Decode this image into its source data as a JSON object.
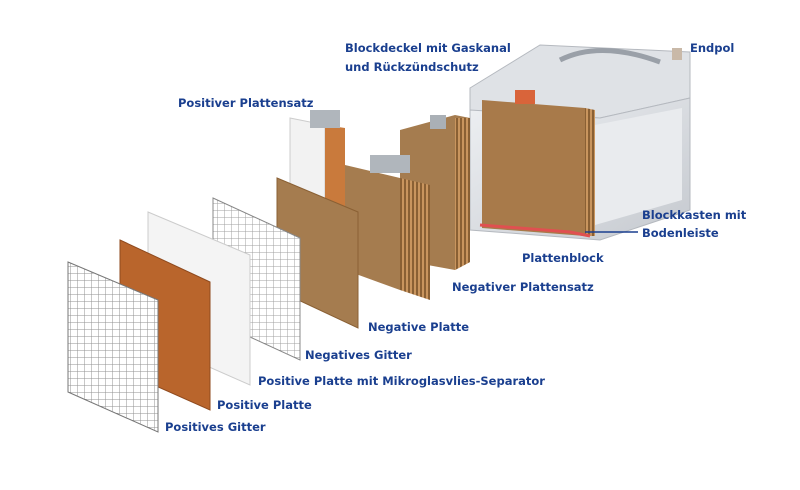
{
  "colors": {
    "label": "#1a3f8f",
    "copper": "#b9652c",
    "brown": "#a57c4f",
    "case": "#d8dbe0"
  },
  "labels": {
    "lid_line1": "Blockdeckel mit Gaskanal",
    "lid_line2": "und Rückzündschutz",
    "terminal": "Endpol",
    "positive_plate_set": "Positiver Plattensatz",
    "case_line1": "Blockkasten mit",
    "case_line2": "Bodenleiste",
    "plate_block": "Plattenblock",
    "negative_plate_set": "Negativer Plattensatz",
    "negative_plate": "Negative Platte",
    "negative_grid": "Negatives Gitter",
    "positive_plate_separator": "Positive Platte mit Mikroglasvlies-Separator",
    "positive_plate": "Positive Platte",
    "positive_grid": "Positives Gitter"
  }
}
